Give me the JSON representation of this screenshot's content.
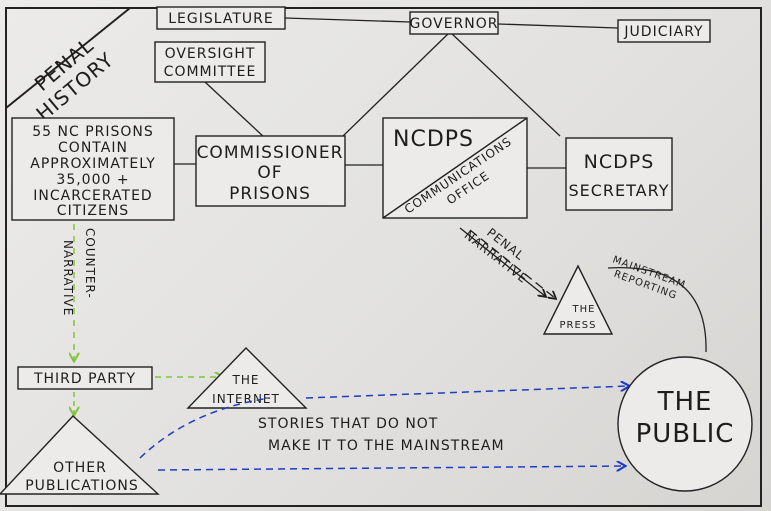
{
  "title": [
    "PENAL",
    "HISTORY"
  ],
  "nodes": {
    "legislature": "LEGISLATURE",
    "governor": "GOVERNOR",
    "judiciary": "JUDICIARY",
    "oversight": [
      "OVERSIGHT",
      "COMMITTEE"
    ],
    "prisons": [
      "55 NC PRISONS",
      "CONTAIN",
      "APPROXIMATELY",
      "35,000 +",
      "INCARCERATED",
      "CITIZENS"
    ],
    "commissioner": [
      "COMMISSIONER",
      "OF",
      "PRISONS"
    ],
    "ncdps": "NCDPS",
    "comms": [
      "COMMUNICATIONS",
      "OFFICE"
    ],
    "secretary": [
      "NCDPS",
      "SECRETARY"
    ],
    "press": [
      "THE",
      "PRESS"
    ],
    "internet": [
      "THE",
      "INTERNET"
    ],
    "third_party": "THIRD PARTY",
    "other_pubs": [
      "OTHER",
      "PUBLICATIONS"
    ],
    "public": [
      "THE",
      "PUBLIC"
    ]
  },
  "labels": {
    "counter_narrative": [
      "COUNTER-",
      "NARRATIVE"
    ],
    "penal_narrative": [
      "PENAL",
      "NARRATIVE"
    ],
    "mainstream": [
      "MAINSTREAM",
      "REPORTING"
    ],
    "stories": [
      "STORIES THAT DO NOT",
      "MAKE IT TO THE MAINSTREAM"
    ]
  },
  "colors": {
    "ink": "#1d1d1d",
    "green": "#7fc63a",
    "blue": "#1f3cc4",
    "paper": "#e6e5e3"
  }
}
